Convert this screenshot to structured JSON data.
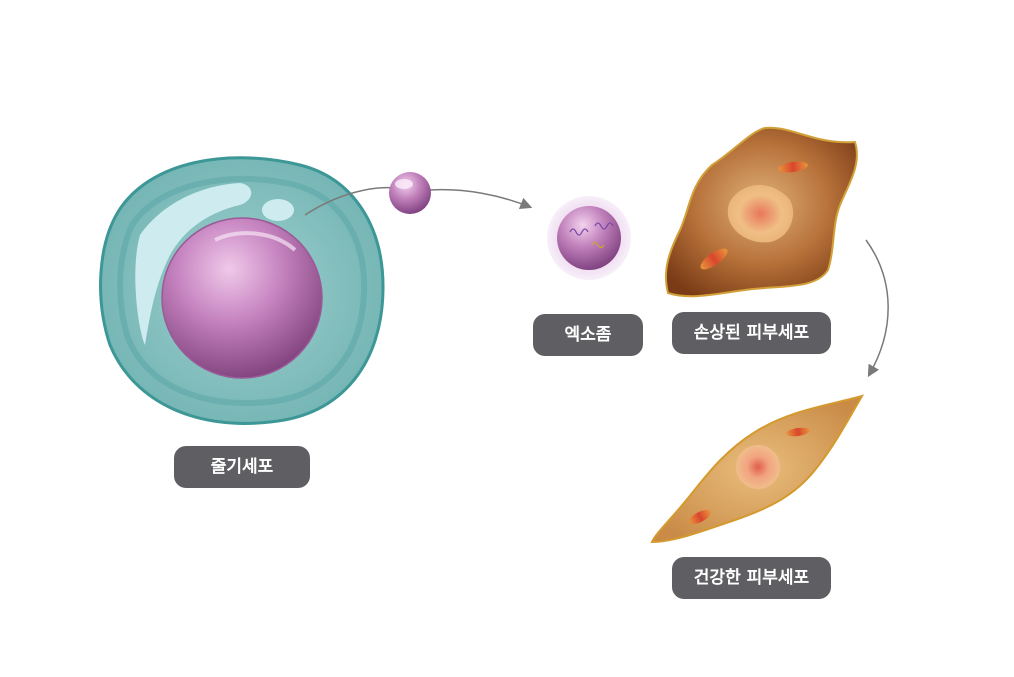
{
  "labels": {
    "stem_cell": "줄기세포",
    "exosome": "엑소좀",
    "damaged_skin_cell": "손상된 피부세포",
    "healthy_skin_cell": "건강한 피부세포"
  },
  "colors": {
    "label_bg": "#5f5f63",
    "label_text": "#ffffff",
    "stem_cytoplasm": "#7fbcbb",
    "stem_membrane": "#3f9a9a",
    "nucleus": "#b978b4",
    "damaged_cell": "#8b4a1f",
    "healthy_cell": "#d9a45e",
    "arrow": "#7a7a7a"
  }
}
